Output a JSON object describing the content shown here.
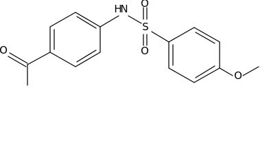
{
  "structure": {
    "atoms": {
      "carbonyl_oxygen": "O",
      "amide_nitrogen": "N",
      "amide_hydrogen": "H",
      "sulfur": "S",
      "sulfonyl_oxygen_top": "O",
      "sulfonyl_oxygen_bottom": "O",
      "methoxy_oxygen": "O"
    }
  }
}
